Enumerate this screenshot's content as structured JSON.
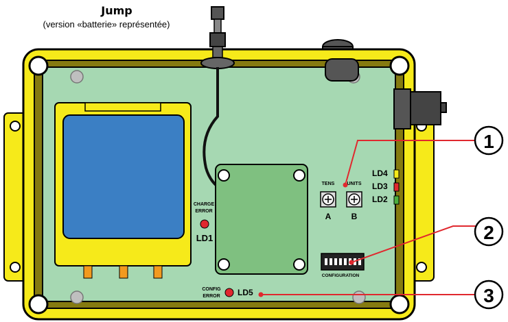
{
  "title": "Jump",
  "subtitle": "(version «batterie» représentée)",
  "labels": {
    "charge_error_1": "CHARGE",
    "charge_error_2": "ERROR",
    "ld1": "LD1",
    "config_error_1": "CONFIG",
    "config_error_2": "ERROR",
    "ld5": "LD5",
    "tens": "TENS",
    "units": "UNITS",
    "switch_a": "A",
    "switch_b": "B",
    "ld4": "LD4",
    "ld3": "LD3",
    "ld2": "LD2",
    "configuration": "CONFIGURATION"
  },
  "callouts": [
    {
      "number": "1"
    },
    {
      "number": "2"
    },
    {
      "number": "3"
    }
  ],
  "colors": {
    "housing": "#f6ea1a",
    "board": "#a6d8b2",
    "battery": "#3b7fc4",
    "led_red": "#e0282e",
    "led_yellow": "#f6ea1a",
    "led_green": "#4caf3e",
    "callout_line": "#e0282e"
  }
}
